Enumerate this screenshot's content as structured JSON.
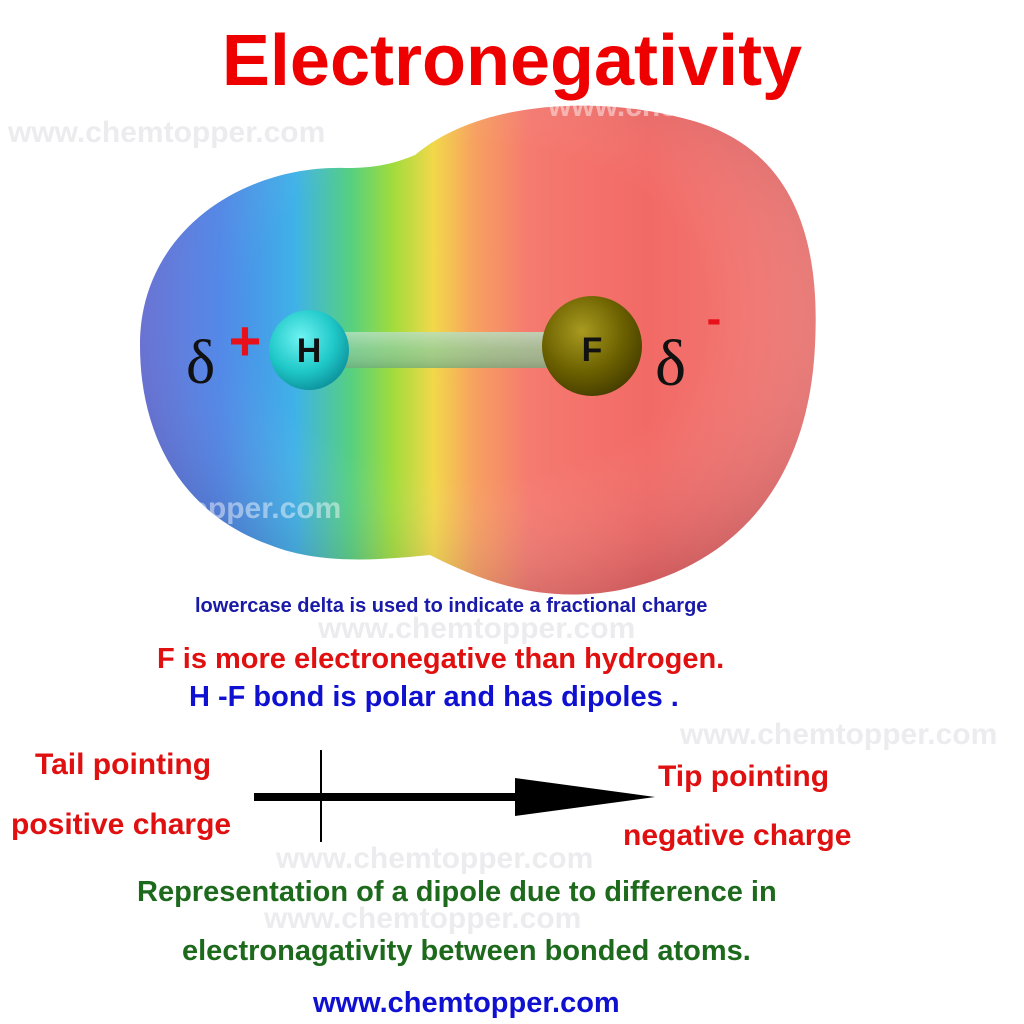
{
  "title": "Electronegativity",
  "watermark": "www.chemtopper.com",
  "molecule": {
    "atom_left": "H",
    "atom_right": "F",
    "delta_symbol": "δ",
    "charge_left": "+",
    "charge_right": "-"
  },
  "captions": {
    "delta_note": "lowercase delta is used to indicate a fractional charge",
    "line_red": "F is more electronegative than hydrogen.",
    "line_blue": "H -F bond is polar and has dipoles ."
  },
  "dipole": {
    "tail_label_1": "Tail pointing",
    "tail_label_2": "positive charge",
    "tip_label_1": "Tip pointing",
    "tip_label_2": "negative  charge"
  },
  "representation": {
    "line_1": "Representation of a dipole due to difference in",
    "line_2": "electronagativity between bonded atoms."
  },
  "footer_url": "www.chemtopper.com",
  "colors": {
    "title": "#ee0000",
    "hydrogen": "#1fc8c8",
    "fluorine": "#6b6000",
    "positive_region": "#5a7be0",
    "negative_region": "#f04848"
  }
}
